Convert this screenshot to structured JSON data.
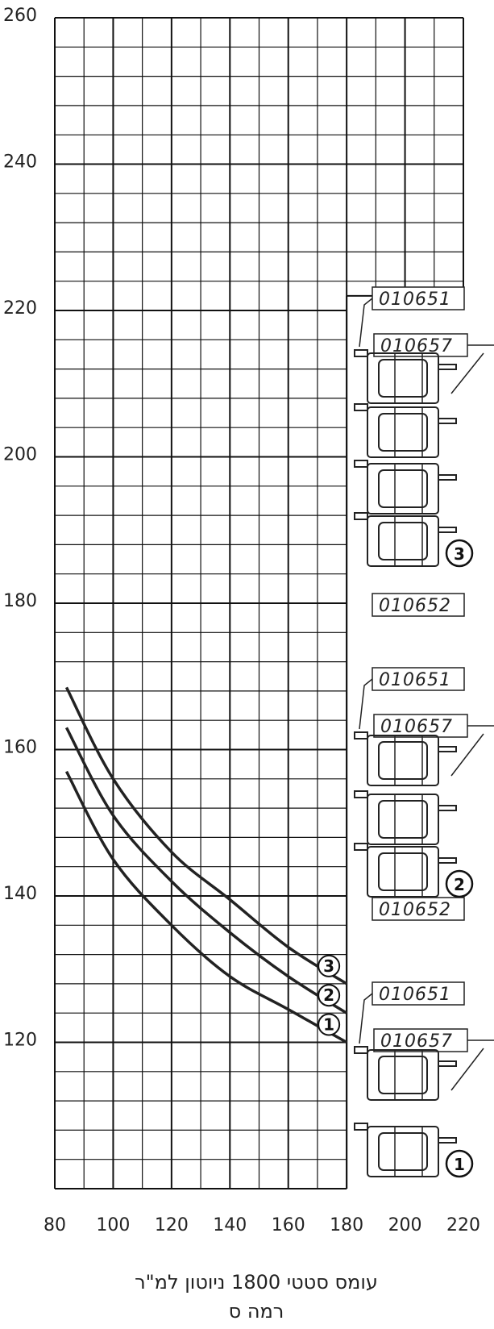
{
  "chart_data": {
    "type": "line",
    "x": [
      84,
      100,
      120,
      140,
      160,
      180
    ],
    "series": [
      {
        "name": "1",
        "values": [
          157,
          145,
          136,
          129,
          124.5,
          120
        ]
      },
      {
        "name": "2",
        "values": [
          163,
          151,
          142,
          135,
          129,
          124
        ]
      },
      {
        "name": "3",
        "values": [
          168.5,
          156,
          146,
          139.5,
          133,
          128
        ]
      }
    ],
    "xlim": [
      80,
      220
    ],
    "ylim": [
      100,
      260
    ],
    "x_ticks": [
      "80",
      "100",
      "120",
      "140",
      "160",
      "180",
      "200",
      "220"
    ],
    "y_ticks": [
      "120",
      "140",
      "160",
      "180",
      "200",
      "220",
      "240",
      "260"
    ],
    "grid": true,
    "caption_line1": "עומס סטטי 1800 ניוטון למ\"ר",
    "caption_line2": "רמה ס",
    "profile_groups": [
      {
        "number": "3",
        "labels": [
          "010651",
          "010657",
          "010652"
        ]
      },
      {
        "number": "2",
        "labels": [
          "010651",
          "010657",
          "010652"
        ]
      },
      {
        "number": "1",
        "labels": [
          "010651",
          "010657"
        ]
      }
    ]
  }
}
